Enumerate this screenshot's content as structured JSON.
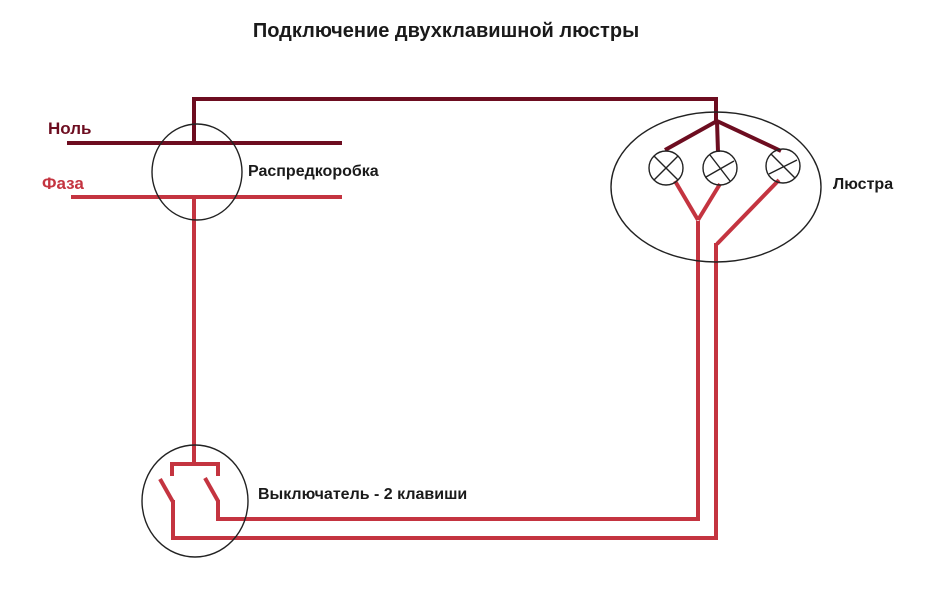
{
  "title": "Подключение двухклавишной люстры",
  "labels": {
    "neutral": "Ноль",
    "phase": "Фаза",
    "junction_box": "Распредкоробка",
    "chandelier": "Люстра",
    "switch": "Выключатель - 2 клавиши"
  },
  "colors": {
    "neutral_wire": "#6d0d20",
    "phase_wire": "#c43440",
    "outline": "#222222",
    "label_text": "#1a1a1a"
  },
  "diagram": {
    "type": "electrical-wiring",
    "components": [
      {
        "name": "junction-box",
        "label": "Распредкоробка",
        "shape": "circle"
      },
      {
        "name": "chandelier",
        "label": "Люстра",
        "shape": "ellipse",
        "lamps": 3
      },
      {
        "name": "switch",
        "label": "Выключатель - 2 клавиши",
        "shape": "circle",
        "keys": 2
      }
    ],
    "wires": [
      {
        "name": "neutral",
        "label": "Ноль",
        "color_ref": "neutral_wire",
        "route": "supply → junction box → chandelier lamps common"
      },
      {
        "name": "phase",
        "label": "Фаза",
        "color_ref": "phase_wire",
        "route": "supply → junction box → switch"
      },
      {
        "name": "switched-line-1",
        "color_ref": "phase_wire",
        "route": "switch key 1 → lamps 1 and 2"
      },
      {
        "name": "switched-line-2",
        "color_ref": "phase_wire",
        "route": "switch key 2 → lamp 3"
      }
    ]
  }
}
